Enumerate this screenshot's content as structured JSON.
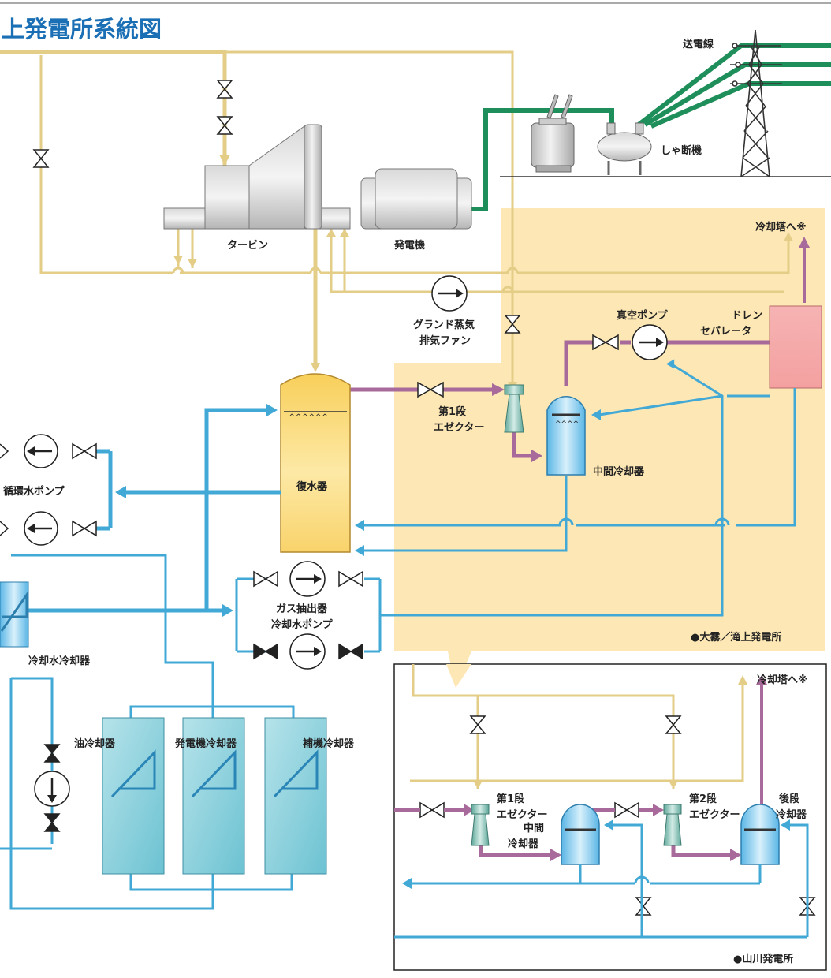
{
  "title": "上発電所系統図",
  "labels": {
    "transmission_line": "送電線",
    "breaker": "しゃ断機",
    "turbine": "タービン",
    "generator": "発電機",
    "gland_fan_1": "グランド蒸気",
    "gland_fan_2": "排気ファン",
    "vacuum_pump": "真空ポンプ",
    "drain_sep_1": "ドレン",
    "drain_sep_2": "セパレータ",
    "to_cooling_tower": "冷却塔へ※",
    "ejector1_1": "第1段",
    "ejector1_2": "エゼクター",
    "inter_cooler": "中間冷却器",
    "condenser": "復水器",
    "circ_pump": "循環水ポンプ",
    "gas_pump_1": "ガス抽出器",
    "gas_pump_2": "冷却水ポンプ",
    "water_cooler": "冷却水冷却器",
    "oil_cooler": "油冷却器",
    "gen_cooler": "発電機冷却器",
    "aux_cooler": "補機冷却器",
    "plant_a": "●大霧／滝上発電所",
    "plant_b": "●山川発電所",
    "inset_to_tower": "冷却塔へ※",
    "inset_ej1_1": "第1段",
    "inset_ej1_2": "エゼクター",
    "inset_ej2_1": "第2段",
    "inset_ej2_2": "エゼクター",
    "inset_mid_1": "中間",
    "inset_mid_2": "冷却器",
    "inset_after_1": "後段",
    "inset_after_2": "冷却器"
  },
  "colors": {
    "steam": "#e3cd87",
    "water": "#42a9d6",
    "vacuum": "#a86a9a",
    "power": "#1e8f5a",
    "highlight": "#fde7b4",
    "title": "#1a6fb5"
  }
}
